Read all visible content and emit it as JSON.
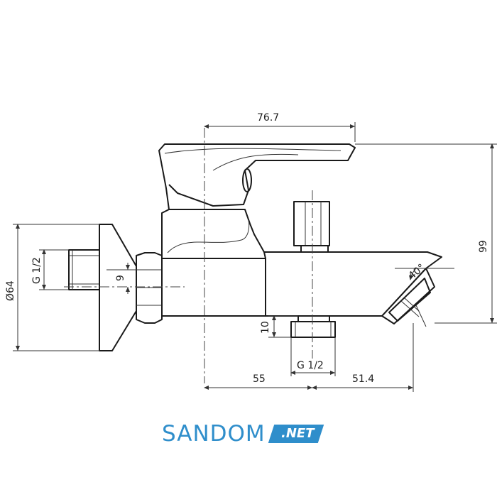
{
  "dimensions": {
    "lever_length": "76.7",
    "height": "99",
    "flange_diameter": "Ø64",
    "inlet_thread": "G 1/2",
    "inlet_offset": "9",
    "outlet_offset": "10",
    "outlet_thread": "G 1/2",
    "left_span": "55",
    "right_span": "51.4",
    "spout_angle": "40°"
  },
  "brand": {
    "name": "SANDOM",
    "tag": ".NET"
  }
}
